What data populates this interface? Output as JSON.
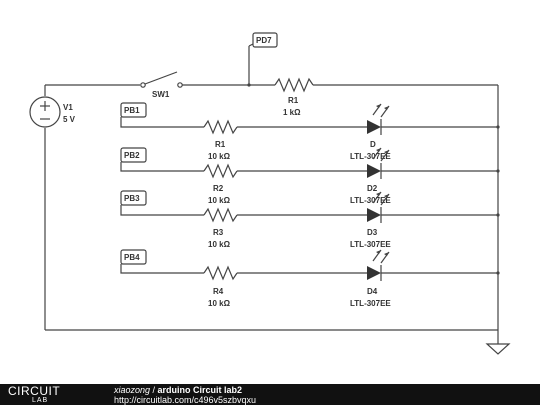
{
  "source": {
    "name": "V1",
    "value": "5 V"
  },
  "switch": {
    "name": "SW1"
  },
  "top_resistor": {
    "name": "R1",
    "value": "1 kΩ"
  },
  "pin_tags": [
    "PD7",
    "PB1",
    "PB2",
    "PB3",
    "PB4"
  ],
  "rows": [
    {
      "tag": "PB1",
      "resistor": "R1",
      "resistance": "10 kΩ",
      "led": "D",
      "part": "LTL-307EE"
    },
    {
      "tag": "PB2",
      "resistor": "R2",
      "resistance": "10 kΩ",
      "led": "D2",
      "part": "LTL-307EE"
    },
    {
      "tag": "PB3",
      "resistor": "R3",
      "resistance": "10 kΩ",
      "led": "D3",
      "part": "LTL-307EE"
    },
    {
      "tag": "PB4",
      "resistor": "R4",
      "resistance": "10 kΩ",
      "led": "D4",
      "part": "LTL-307EE"
    }
  ],
  "footer": {
    "logo_top": "CIRCUIT",
    "logo_bottom": "LAB",
    "author": "xiaozong",
    "separator": " / ",
    "title": "arduino Circuit lab2",
    "url": "http://circuitlab.com/c496v5szbvqxu"
  },
  "colors": {
    "wire": "#444444",
    "footer_bg": "#111111",
    "text": "#333333"
  }
}
